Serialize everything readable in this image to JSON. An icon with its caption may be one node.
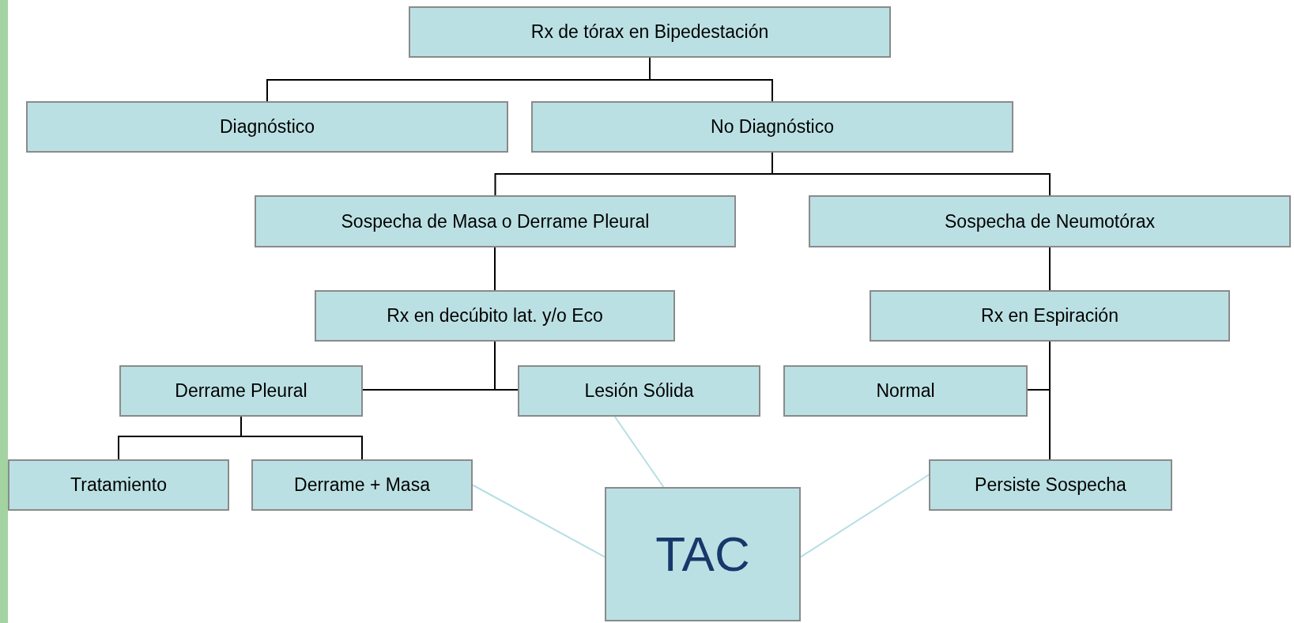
{
  "diagram": {
    "nodes": [
      {
        "text": [
          "Rx de tórax en Bipedestación"
        ]
      },
      {
        "text": [
          "Diagnóstico"
        ]
      },
      {
        "text": [
          "No Diagnóstico"
        ]
      },
      {
        "text": [
          "Sospecha de Masa o Derrame Pleural"
        ]
      },
      {
        "text": [
          "Sospecha de Neumotórax"
        ]
      },
      {
        "text": [
          "Rx en decúbito lat. y/o Eco"
        ]
      },
      {
        "text": [
          "Rx en Espiración"
        ]
      },
      {
        "text": [
          "Derrame Pleural"
        ]
      },
      {
        "text": [
          "Lesión Sólida"
        ]
      },
      {
        "text": [
          "Normal"
        ]
      },
      {
        "text": [
          "Tratamiento"
        ]
      },
      {
        "text": [
          "Derrame + Masa"
        ]
      },
      {
        "text": [
          "Persiste Sospecha"
        ]
      },
      {
        "text": [
          "TAC"
        ]
      }
    ],
    "edges": [
      {
        "from": 0,
        "to": 1,
        "arrow": "none"
      },
      {
        "from": 0,
        "to": 2,
        "arrow": "none"
      },
      {
        "from": 2,
        "to": 3,
        "arrow": "none"
      },
      {
        "from": 2,
        "to": 4,
        "arrow": "none"
      },
      {
        "from": 3,
        "to": 5,
        "arrow": "none"
      },
      {
        "from": 4,
        "to": 6,
        "arrow": "none"
      },
      {
        "from": 5,
        "to": 7,
        "arrow": "none"
      },
      {
        "from": 5,
        "to": 8,
        "arrow": "none"
      },
      {
        "from": 6,
        "to": 9,
        "arrow": "none"
      },
      {
        "from": 6,
        "to": 12,
        "arrow": "none"
      },
      {
        "from": 7,
        "to": 10,
        "arrow": "none"
      },
      {
        "from": 7,
        "to": 11,
        "arrow": "none"
      },
      {
        "from": 11,
        "to": 13,
        "arrow": "none",
        "color": "#b5dfe4"
      },
      {
        "from": 8,
        "to": 13,
        "arrow": "none",
        "color": "#b5dfe4"
      },
      {
        "from": 12,
        "to": 13,
        "arrow": "none",
        "color": "#b5dfe4"
      }
    ]
  }
}
